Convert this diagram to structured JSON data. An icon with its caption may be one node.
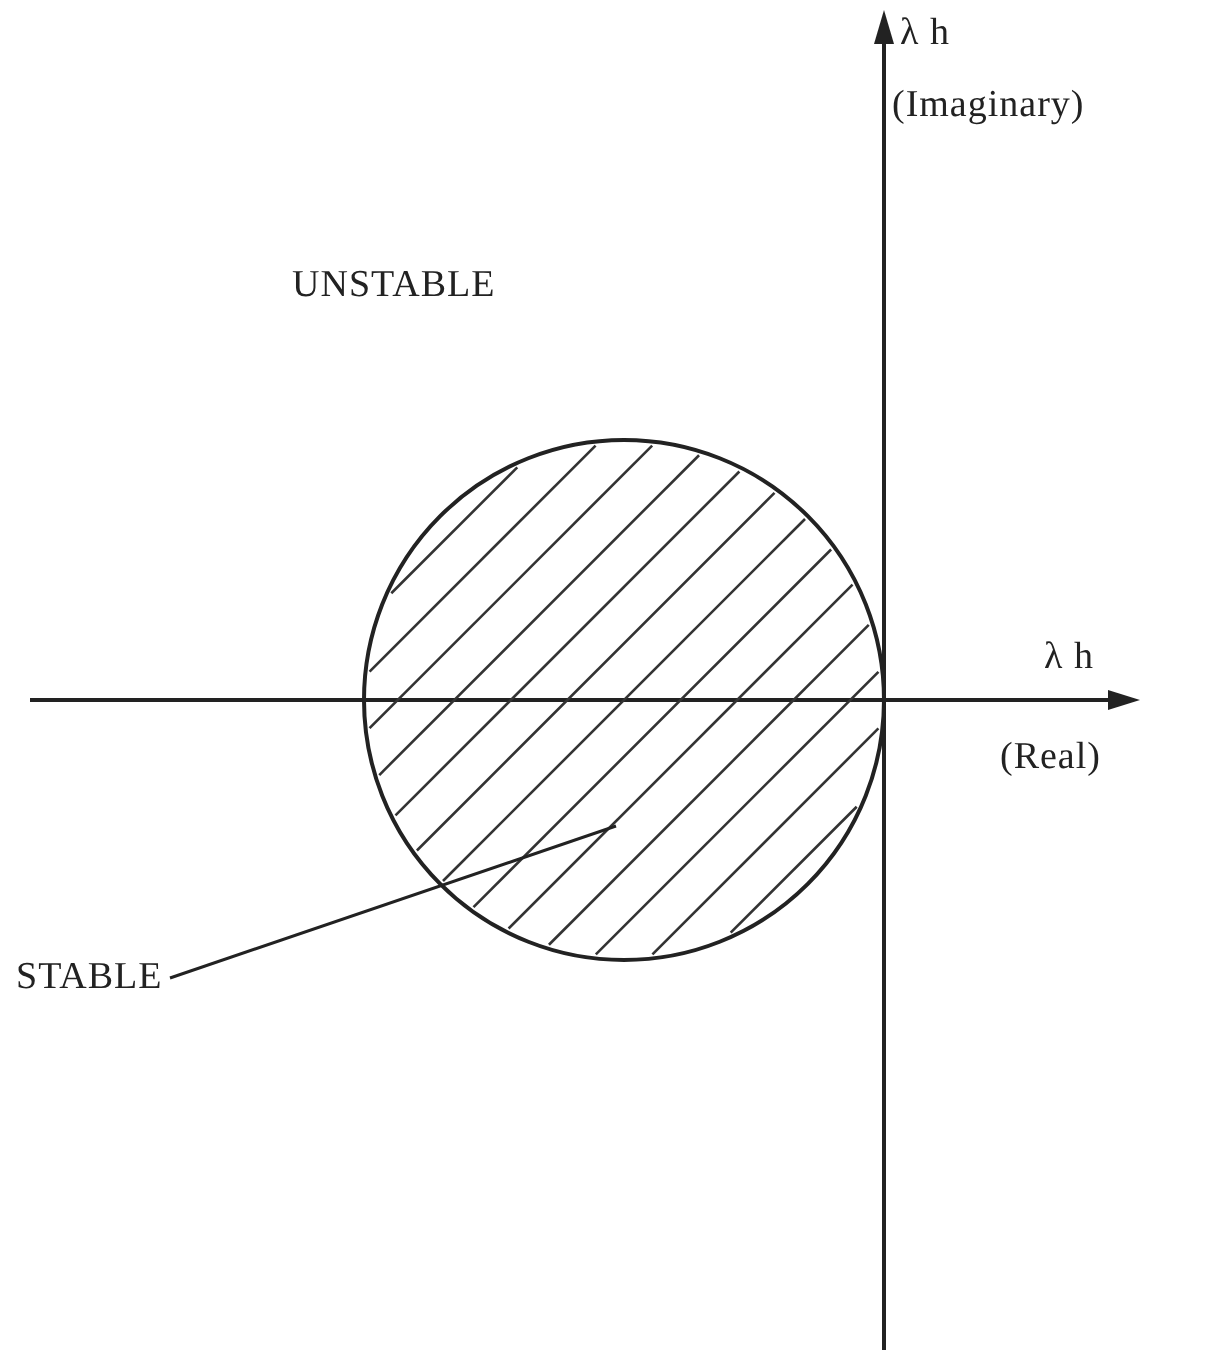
{
  "diagram": {
    "nodes": [
      {
        "text": [
          "STABLE"
        ]
      },
      {
        "text": [],
        "shape": "circle"
      }
    ],
    "edges": [
      {
        "from": 0,
        "to": 1,
        "arrow": "none"
      }
    ],
    "labels": [
      "λ h",
      "(Imaginary)",
      "UNSTABLE",
      "λ h",
      "(Real)"
    ]
  }
}
